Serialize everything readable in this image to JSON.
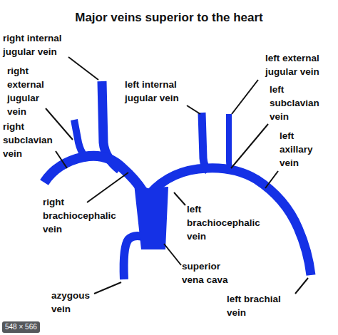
{
  "diagram": {
    "title": "Major veins superior to the heart",
    "labels": [
      "right internal jugular vein",
      "right external jugular vein",
      "right subclavian vein",
      "left internal jugular vein",
      "left external jugular vein",
      "left subclavian vein",
      "left axillary vein",
      "right brachiocephalic vein",
      "left brachiocephalic vein",
      "superior vena cava",
      "azygous vein",
      "left brachial vein",
      "548 × 566"
    ]
  }
}
